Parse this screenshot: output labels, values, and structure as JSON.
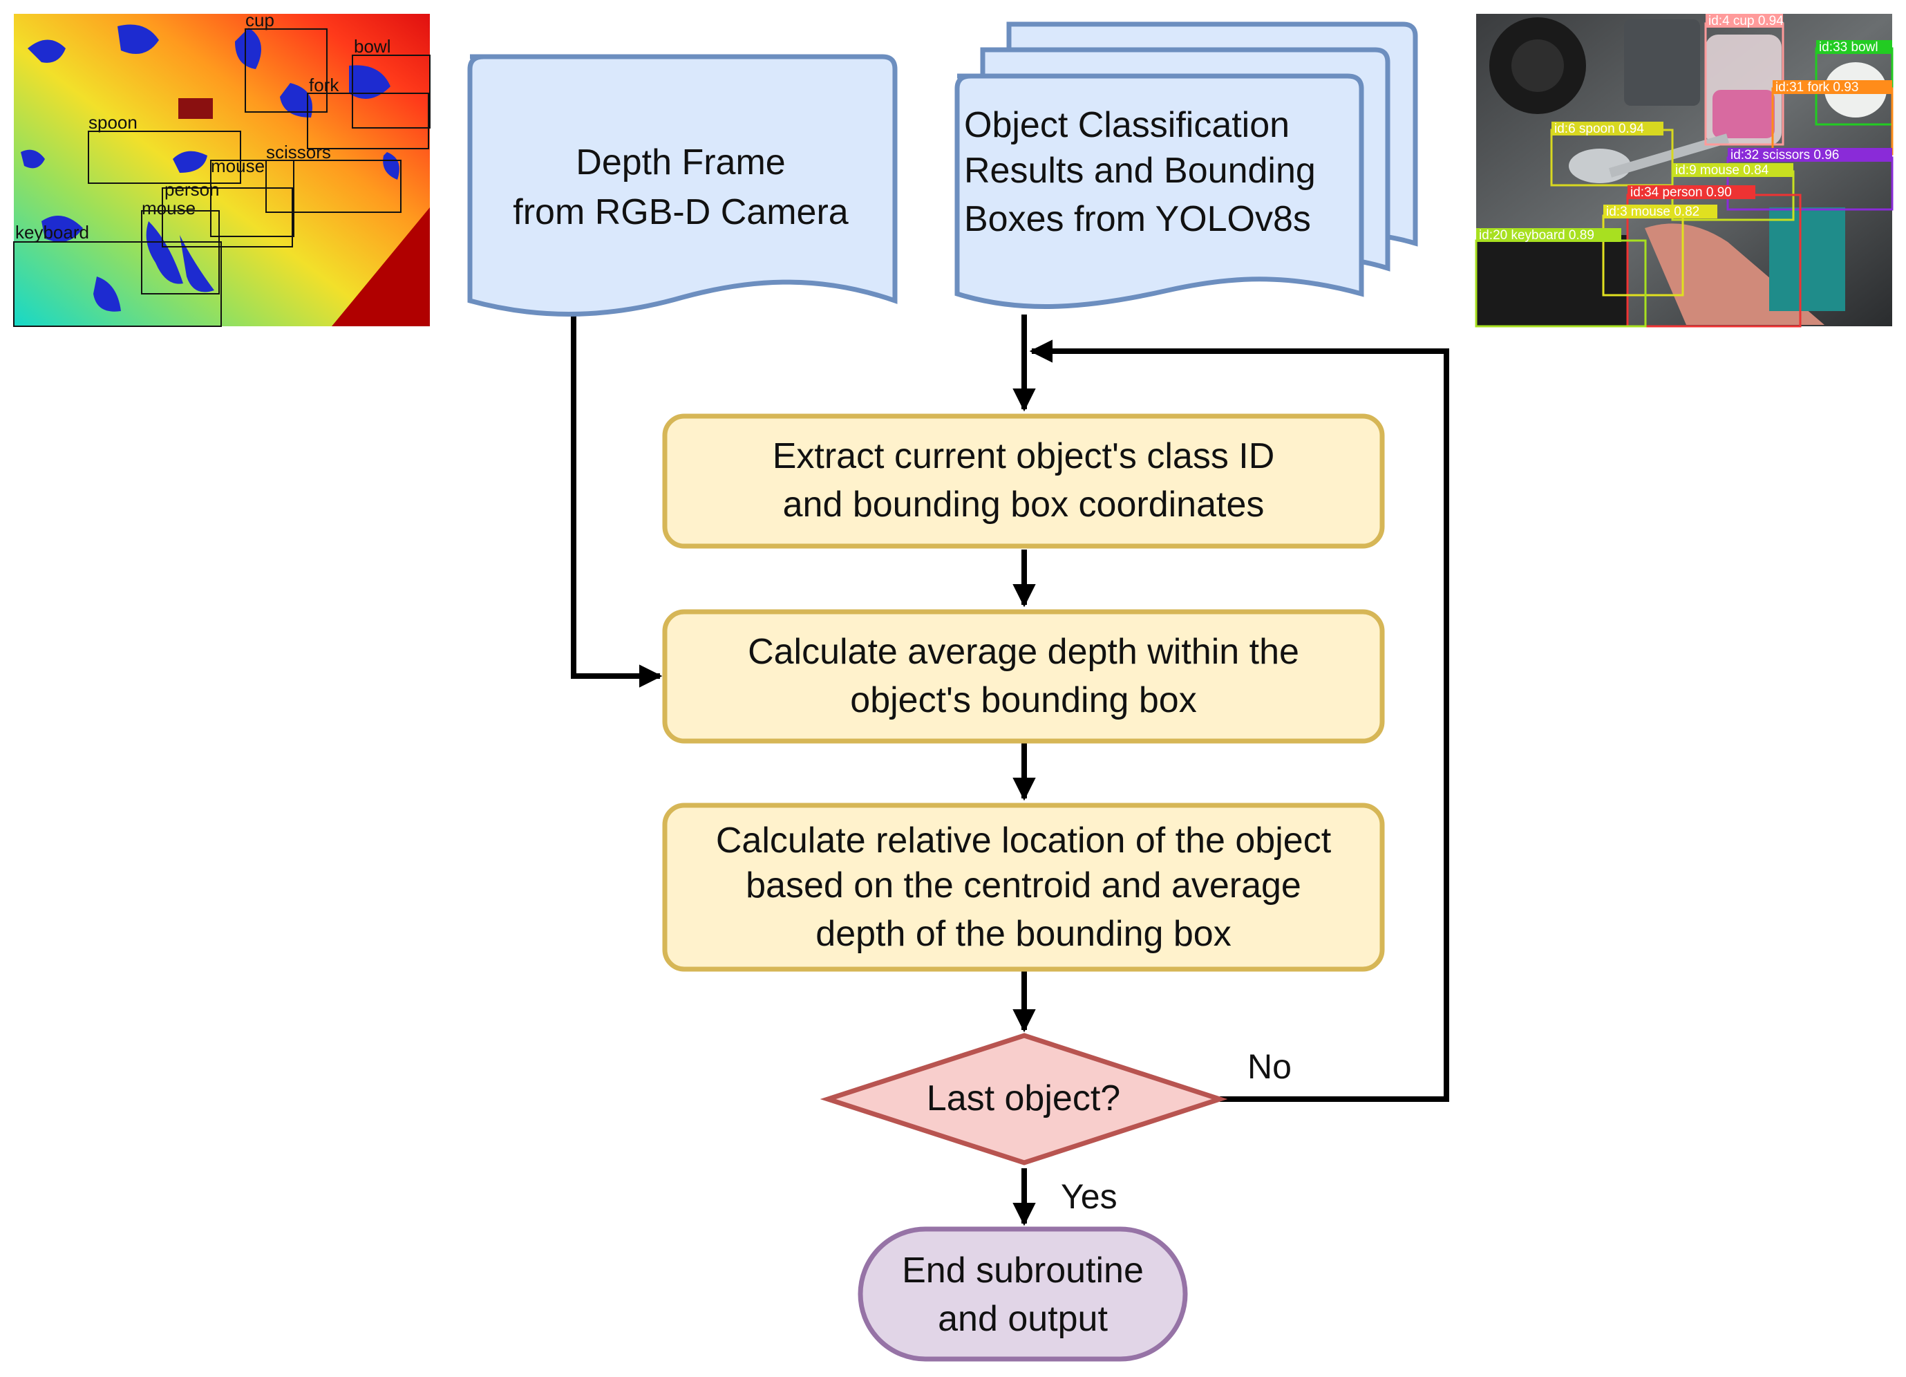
{
  "flowchart": {
    "depth_frame": {
      "line1": "Depth Frame",
      "line2": "from RGB-D Camera"
    },
    "yolo_results": {
      "line1": "Object Classification",
      "line2": "Results and Bounding",
      "line3": "Boxes from YOLOv8s"
    },
    "extract_step": {
      "line1": "Extract current object's class ID",
      "line2": "and bounding box coordinates"
    },
    "depth_step": {
      "line1": "Calculate average depth within the",
      "line2": "object's bounding box"
    },
    "location_step": {
      "line1": "Calculate relative location of the object",
      "line2": "based on the centroid and average",
      "line3": "depth of the bounding box"
    },
    "decision": {
      "label": "Last object?",
      "no_label": "No",
      "yes_label": "Yes"
    },
    "end": {
      "line1": "End subroutine",
      "line2": "and output"
    }
  },
  "depth_image": {
    "labels": [
      "cup",
      "bowl",
      "fork",
      "spoon",
      "mouse",
      "scissors",
      "person",
      "mouse",
      "keyboard"
    ]
  },
  "rgb_image": {
    "labels": [
      "id:4 cup 0.94",
      "id:33 bowl",
      "id:31 fork 0.93",
      "id:6 spoon 0.94",
      "id:32 scissors 0.96",
      "id:9 mouse 0.84",
      "id:34 person 0.90",
      "id:3 mouse 0.82",
      "id:20 keyboard 0.89"
    ]
  },
  "colors": {
    "doc_fill": "#dae8fc",
    "doc_stroke": "#6c8ebf",
    "process_fill": "#fff2cc",
    "process_stroke": "#d6b656",
    "decision_fill": "#f8cecc",
    "decision_stroke": "#b85450",
    "end_fill": "#e1d5e7",
    "end_stroke": "#9673a6",
    "arrow": "#000000"
  }
}
